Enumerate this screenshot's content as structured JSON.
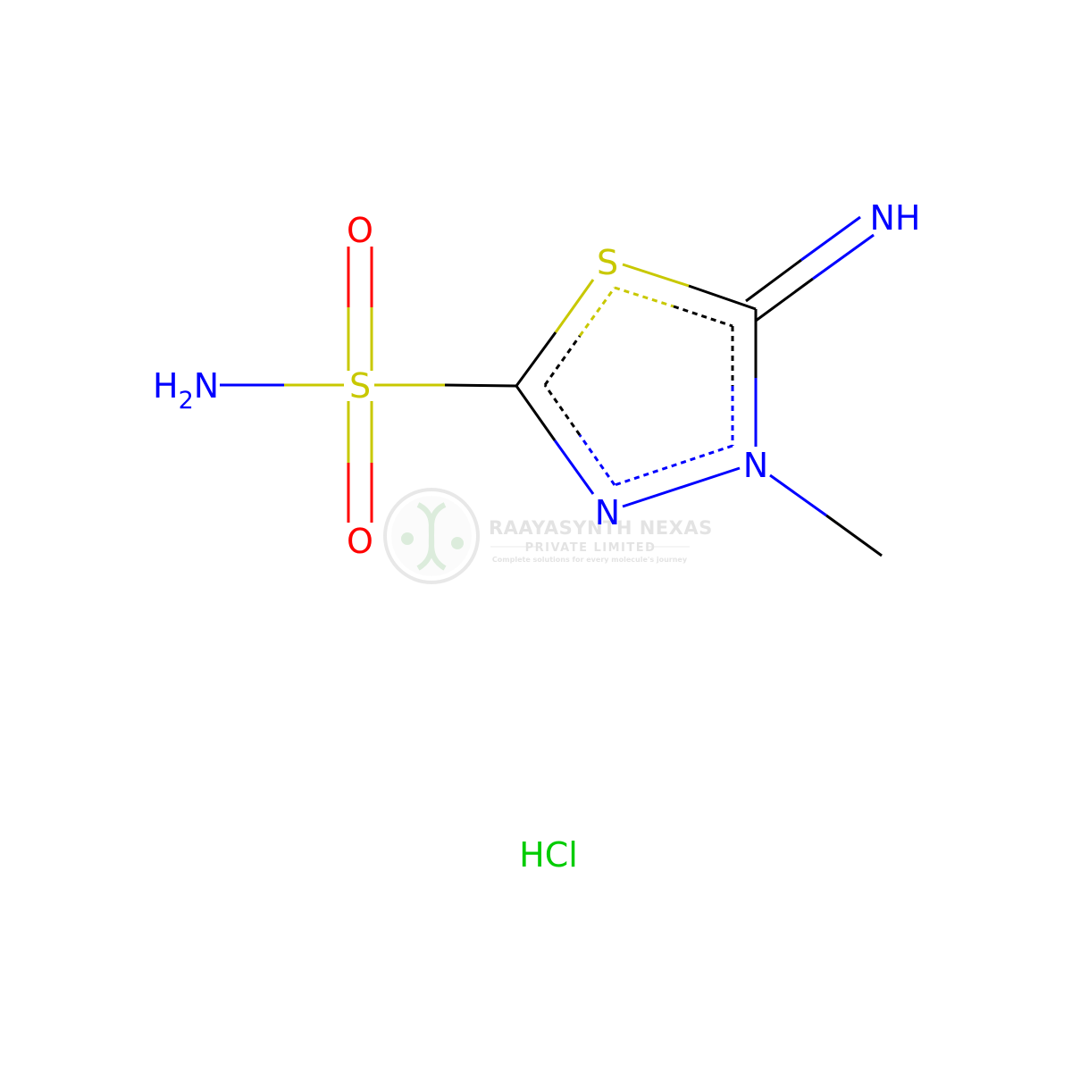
{
  "molecule": {
    "atoms": {
      "nh2": {
        "main": "H",
        "sub": "2",
        "tail": "N"
      },
      "s_sulfonyl": "S",
      "o_top": "O",
      "o_bottom": "O",
      "s_ring": "S",
      "nh_imine": "NH",
      "n_ring_3": "N",
      "n_ring_4": "N"
    },
    "counterion": "HCl",
    "colors": {
      "nitrogen": "#0000ff",
      "oxygen": "#ff0000",
      "sulfur": "#c8c800",
      "carbon": "#000000",
      "chlorine": "#00cc00"
    }
  },
  "watermark": {
    "company": "RAAYASYNTH NEXAS",
    "subtitle": "PRIVATE LIMITED",
    "tagline": "Complete solutions for every molecule's journey"
  }
}
